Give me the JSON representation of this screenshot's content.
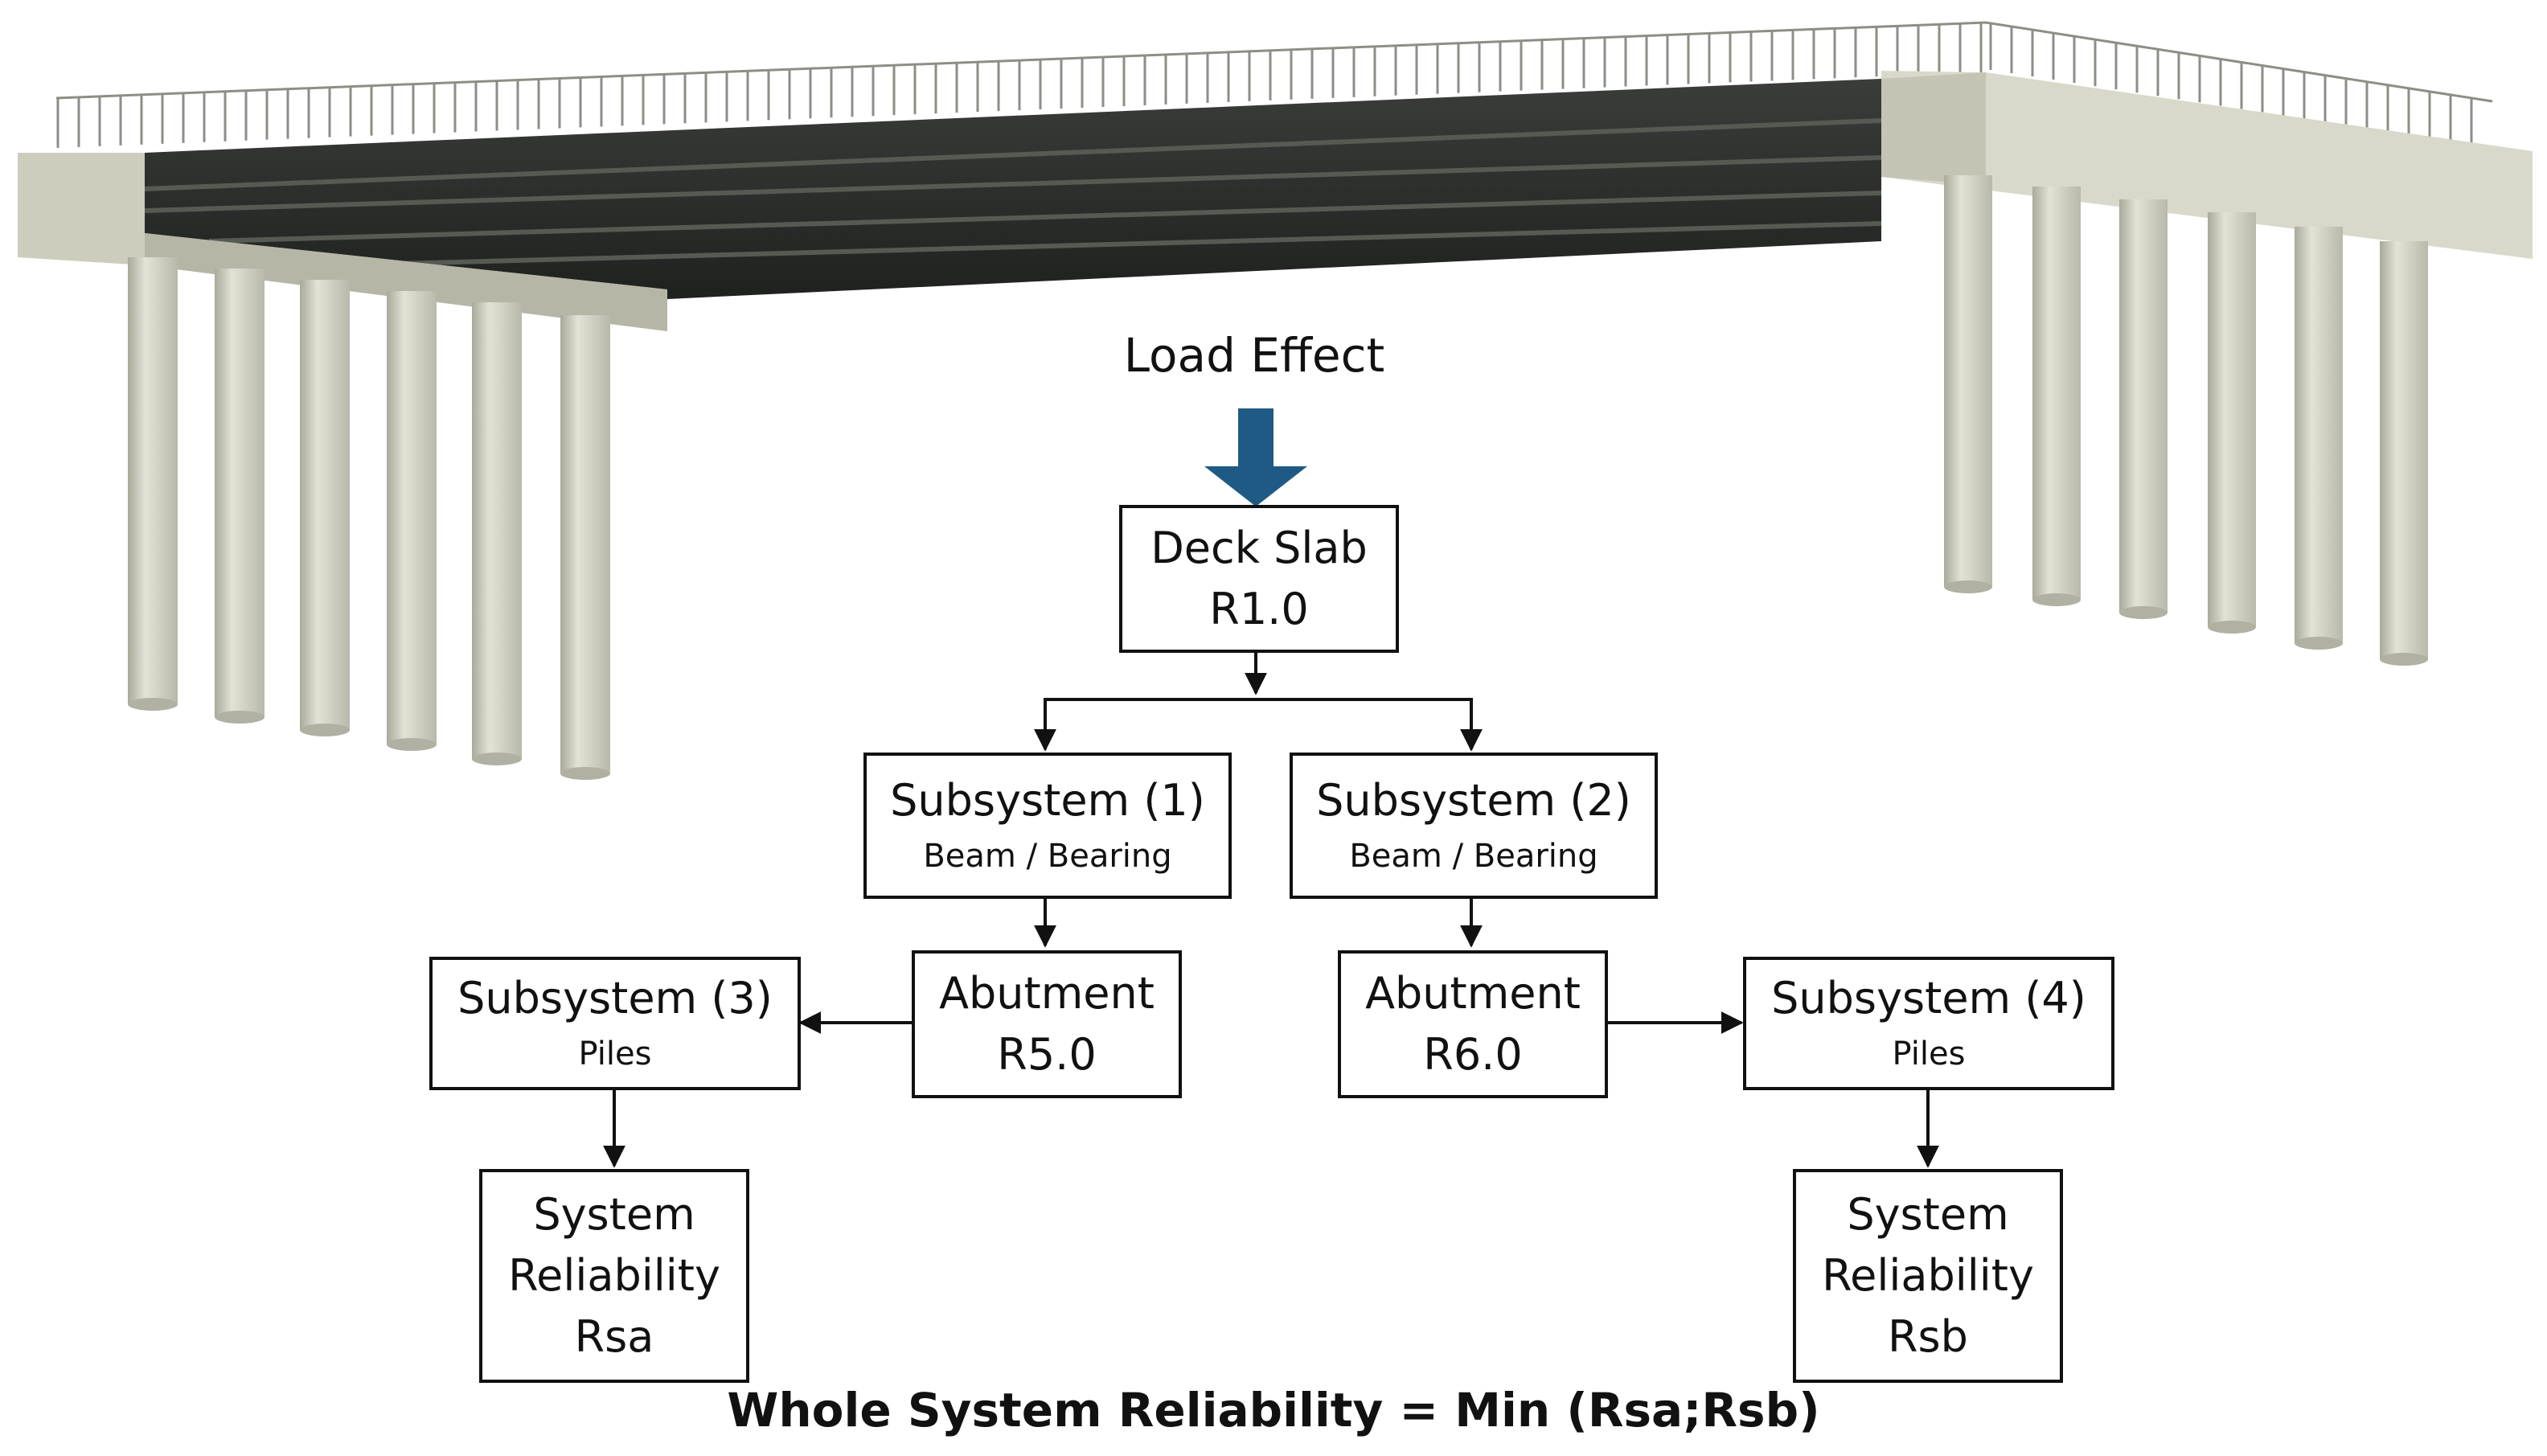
{
  "load_label": "Load Effect",
  "nodes": {
    "deck": {
      "line1": "Deck Slab",
      "line2": "R1.0"
    },
    "sub1": {
      "title": "Subsystem (1)",
      "subtitle": "Beam / Bearing"
    },
    "sub2": {
      "title": "Subsystem (2)",
      "subtitle": "Beam / Bearing"
    },
    "abut_left": {
      "line1": "Abutment",
      "line2": "R5.0"
    },
    "abut_right": {
      "line1": "Abutment",
      "line2": "R6.0"
    },
    "sub3": {
      "title": "Subsystem (3)",
      "subtitle": "Piles"
    },
    "sub4": {
      "title": "Subsystem (4)",
      "subtitle": "Piles"
    },
    "rel_left": {
      "line1": "System",
      "line2": "Reliability",
      "line3": "Rsa"
    },
    "rel_right": {
      "line1": "System",
      "line2": "Reliability",
      "line3": "Rsb"
    }
  },
  "footer": "Whole System Reliability = Min (Rsa;Rsb)",
  "colors": {
    "load_arrow": "#1f5a85",
    "concrete": "#cfcfbf",
    "deck_dark": "#2c2f2c",
    "lines": "#111111"
  }
}
